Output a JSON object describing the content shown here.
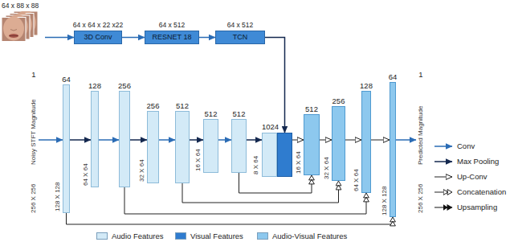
{
  "diagram": {
    "nodes": [
      {
        "text": [
          "64 x 88 x 88"
        ]
      },
      {
        "text": [
          "64 x 64 x 22 x22",
          "3D Conv"
        ]
      },
      {
        "text": [
          "64 x 512",
          "RESNET 18"
        ]
      },
      {
        "text": [
          "64 x 512",
          "TCN"
        ]
      },
      {
        "text": [
          "1",
          "Noisy STFT Magnitude",
          "256 X 256"
        ]
      },
      {
        "text": [
          "64",
          "128 X 128"
        ]
      },
      {
        "text": [
          "128",
          "64 X 64"
        ]
      },
      {
        "text": [
          "256"
        ]
      },
      {
        "text": [
          "256",
          "32 X 64"
        ]
      },
      {
        "text": [
          "512"
        ]
      },
      {
        "text": [
          "512",
          "16 X 64"
        ]
      },
      {
        "text": [
          "512"
        ]
      },
      {
        "text": [
          "1024",
          "8 X 64"
        ]
      },
      {
        "text": [
          "512",
          "16 X 64"
        ]
      },
      {
        "text": [
          "256",
          "32 X 64"
        ]
      },
      {
        "text": [
          "128",
          "64 X 64"
        ]
      },
      {
        "text": [
          "64",
          "128 X 128"
        ]
      },
      {
        "text": [
          "1",
          "Predicted Magnitude",
          "256 X 256"
        ]
      }
    ],
    "edges": [
      {
        "from": 0,
        "to": 1,
        "arrow": "to"
      },
      {
        "from": 1,
        "to": 2,
        "arrow": "to"
      },
      {
        "from": 2,
        "to": 3,
        "arrow": "to"
      },
      {
        "from": 3,
        "to": 12,
        "arrow": "to"
      },
      {
        "from": 4,
        "to": 5,
        "arrow": "to"
      },
      {
        "from": 5,
        "to": 6,
        "arrow": "to"
      },
      {
        "from": 6,
        "to": 7,
        "arrow": "to"
      },
      {
        "from": 7,
        "to": 8,
        "arrow": "to"
      },
      {
        "from": 8,
        "to": 9,
        "arrow": "to"
      },
      {
        "from": 9,
        "to": 10,
        "arrow": "to"
      },
      {
        "from": 10,
        "to": 11,
        "arrow": "to"
      },
      {
        "from": 11,
        "to": 12,
        "arrow": "to"
      },
      {
        "from": 12,
        "to": 13,
        "arrow": "to"
      },
      {
        "from": 13,
        "to": 14,
        "arrow": "to"
      },
      {
        "from": 14,
        "to": 15,
        "arrow": "to"
      },
      {
        "from": 15,
        "to": 16,
        "arrow": "to"
      },
      {
        "from": 16,
        "to": 17,
        "arrow": "to"
      },
      {
        "from": 11,
        "to": 13,
        "arrow": "to"
      },
      {
        "from": 9,
        "to": 14,
        "arrow": "to"
      },
      {
        "from": 7,
        "to": 15,
        "arrow": "to"
      },
      {
        "from": 5,
        "to": 16,
        "arrow": "to"
      }
    ],
    "legend": [
      {
        "text": "Audio Features",
        "color": "#d3eaf7"
      },
      {
        "text": "Visual Features",
        "color": "#2f7ccf"
      },
      {
        "text": "Audio-Visual Features",
        "color": "#8dc8ee"
      },
      {
        "text": "Conv"
      },
      {
        "text": "Max Pooling"
      },
      {
        "text": "Up-Conv"
      },
      {
        "text": "Concatenation"
      },
      {
        "text": "Upsampling"
      }
    ]
  }
}
